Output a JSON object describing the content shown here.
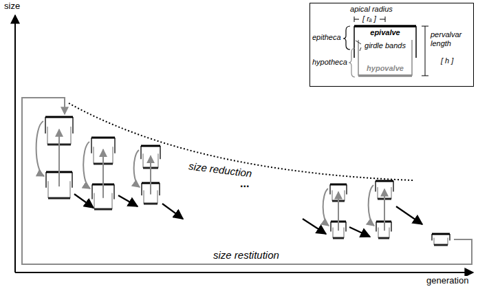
{
  "diagram": {
    "nodes": [
      {
        "text": [
          "apical radius",
          "[ rₐ ]",
          "epivalve",
          "epitheca",
          "girdle bands",
          "hypotheca",
          "pervalvar length",
          "[ h ]",
          "hypovalve"
        ]
      }
    ],
    "labels": [
      "size",
      "size reduction",
      "...",
      "size restitution",
      "generation"
    ]
  }
}
